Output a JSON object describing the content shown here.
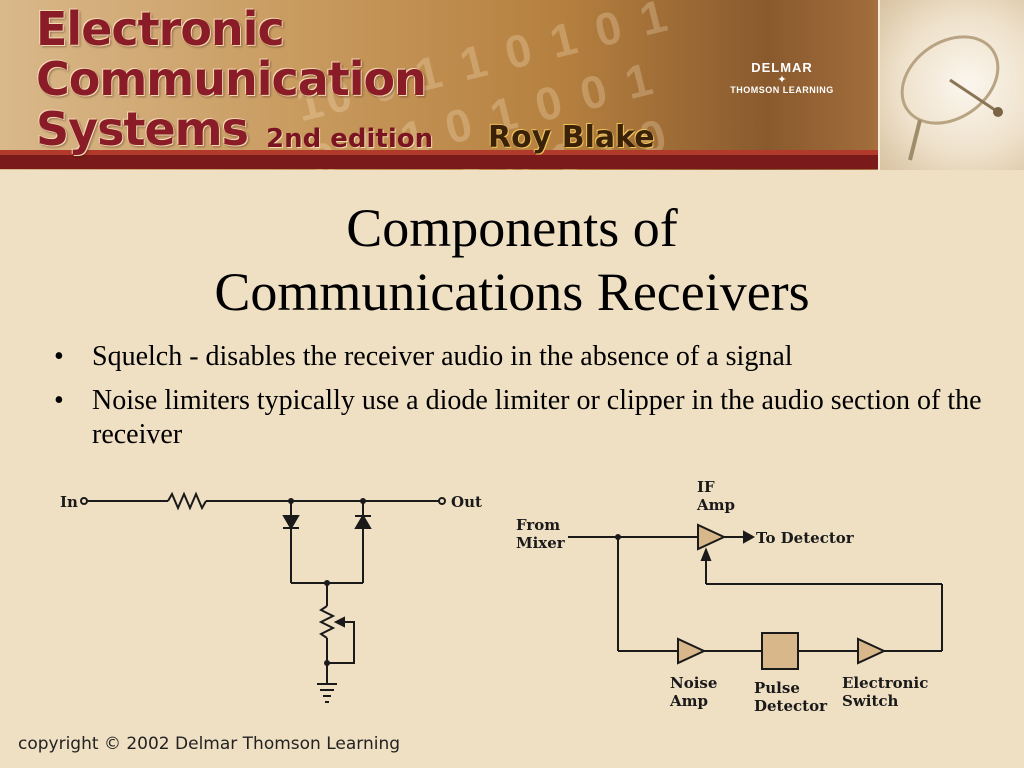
{
  "banner": {
    "title_line1": "Electronic",
    "title_line2": "Communication",
    "title_line3": "Systems",
    "edition": "2nd edition",
    "author": "Roy Blake",
    "publisher_name": "DELMAR",
    "publisher_group": "THOMSON LEARNING",
    "colors": {
      "title": "#8a1c28",
      "band": "#7a1a1a",
      "background": "#efdfc3"
    }
  },
  "slide": {
    "title_line1": "Components of",
    "title_line2": "Communications Receivers",
    "bullets": [
      {
        "marker": "•",
        "text": "Squelch - disables the receiver audio in the absence of a signal"
      },
      {
        "marker": "•",
        "text": "Noise limiters typically use a diode limiter or clipper in the audio section of the receiver"
      }
    ]
  },
  "limiter_circuit": {
    "input_label": "In",
    "output_label": "Out"
  },
  "noise_blanker": {
    "from_label_1": "From",
    "from_label_2": "Mixer",
    "if_amp_label_1": "IF",
    "if_amp_label_2": "Amp",
    "output_label": "To Detector",
    "noise_amp_label_1": "Noise",
    "noise_amp_label_2": "Amp",
    "pulse_detector_label_1": "Pulse",
    "pulse_detector_label_2": "Detector",
    "switch_label_1": "Electronic",
    "switch_label_2": "Switch",
    "block_fill": "#d8b88a"
  },
  "footer": {
    "copyright": "copyright © 2002 Delmar Thomson Learning"
  }
}
